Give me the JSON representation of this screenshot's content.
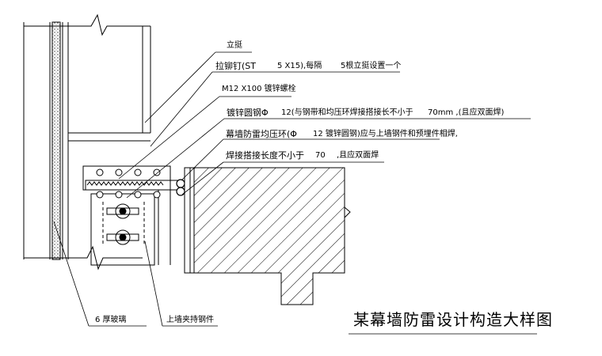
{
  "drawing": {
    "title": "某幕墙防雷设计构造大样图",
    "callouts": {
      "riser": "立挺",
      "rivet": "拉铆钉(ST",
      "rivet_size": "5 X15),每隔",
      "rivet_spacing": "5根立挺设置一个",
      "bolt": "M12 X100 镀锌螺栓",
      "steel_bar": "镀锌圆钢Φ",
      "steel_bar_spec": "12(与钢带和均压环焊接搭接长不小于",
      "steel_bar_len": "70mm ,(且应双面焊)",
      "ring": "幕墙防雷均压环(Φ",
      "ring_spec": "12 镀锌圆钢)应与上墙钢件和预埋件相焊,",
      "weld": "焊接搭接长度不小于",
      "weld_len": "70",
      "weld_note": ",且应双面焊",
      "glass": "6 厚玻璃",
      "clamp": "上墙夹持钢件"
    }
  }
}
